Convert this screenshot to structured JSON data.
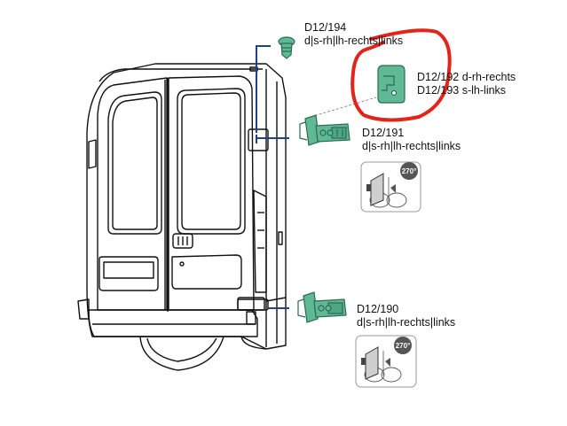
{
  "colors": {
    "part_fill": "#5fb995",
    "part_stroke": "#2d6a52",
    "leader_line": "#1f3f86",
    "highlight_circle": "#e3241b",
    "badge_fill": "#555555",
    "outline": "#111111"
  },
  "parts": [
    {
      "id": "bolt",
      "code": "D12/194",
      "desc": "d|s-rh|lh-rechts|links",
      "icon": "bolt-icon"
    },
    {
      "id": "plate",
      "lines": [
        "D12/192 d-rh-rechts",
        "D12/193 s-lh-links"
      ],
      "icon": "hinge-plate-icon"
    },
    {
      "id": "upper-hinge",
      "code": "D12/191",
      "desc": "d|s-rh|lh-rechts|links",
      "icon": "door-hinge-icon",
      "angle": "270°"
    },
    {
      "id": "lower-hinge",
      "code": "D12/190",
      "desc": "d|s-rh|lh-rechts|links",
      "icon": "door-hinge-icon",
      "angle": "270°"
    }
  ]
}
